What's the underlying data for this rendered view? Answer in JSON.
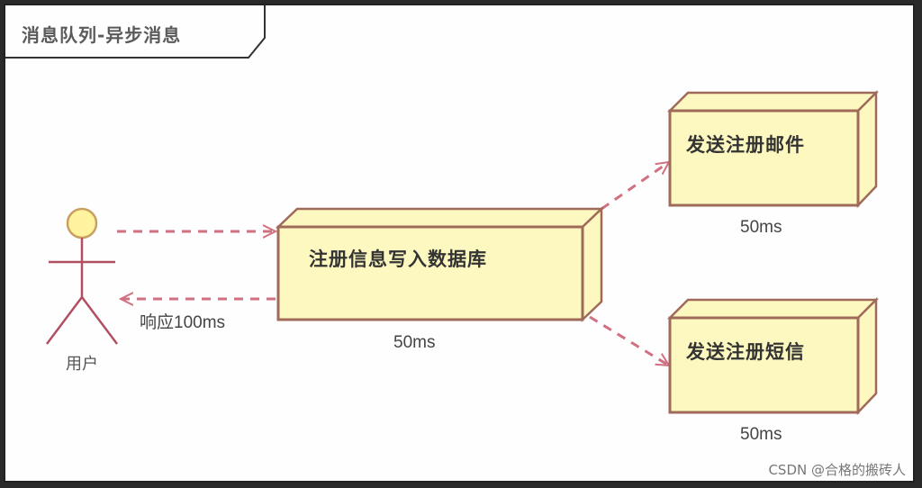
{
  "diagram": {
    "title": "消息队列-异步消息",
    "actor": {
      "label": "用户"
    },
    "nodes": {
      "db": {
        "label": "注册信息写入数据库",
        "time": "50ms"
      },
      "email": {
        "label": "发送注册邮件",
        "time": "50ms"
      },
      "sms": {
        "label": "发送注册短信",
        "time": "50ms"
      }
    },
    "edges": {
      "response": {
        "label": "响应100ms"
      }
    },
    "colors": {
      "node_fill": "#fdf8c0",
      "node_border": "#a06a5a",
      "arrow": "#d07080",
      "actor_head": "#fff3a0"
    }
  },
  "watermark": "CSDN @合格的搬砖人"
}
